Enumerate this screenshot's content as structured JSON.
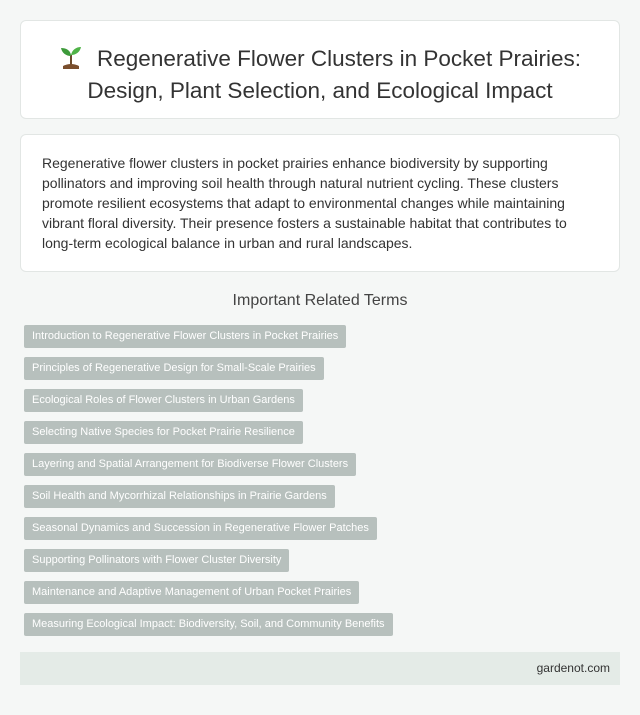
{
  "header": {
    "title": "Regenerative Flower Clusters in Pocket Prairies: Design, Plant Selection, and Ecological Impact",
    "icon": "sprout-icon"
  },
  "summary": {
    "text": "Regenerative flower clusters in pocket prairies enhance biodiversity by supporting pollinators and improving soil health through natural nutrient cycling. These clusters promote resilient ecosystems that adapt to environmental changes while maintaining vibrant floral diversity. Their presence fosters a sustainable habitat that contributes to long-term ecological balance in urban and rural landscapes."
  },
  "related": {
    "heading": "Important Related Terms",
    "terms": [
      "Introduction to Regenerative Flower Clusters in Pocket Prairies",
      "Principles of Regenerative Design for Small-Scale Prairies",
      "Ecological Roles of Flower Clusters in Urban Gardens",
      "Selecting Native Species for Pocket Prairie Resilience",
      "Layering and Spatial Arrangement for Biodiverse Flower Clusters",
      "Soil Health and Mycorrhizal Relationships in Prairie Gardens",
      "Seasonal Dynamics and Succession in Regenerative Flower Patches",
      "Supporting Pollinators with Flower Cluster Diversity",
      "Maintenance and Adaptive Management of Urban Pocket Prairies",
      "Measuring Ecological Impact: Biodiversity, Soil, and Community Benefits"
    ]
  },
  "footer": {
    "site": "gardenot.com"
  },
  "colors": {
    "tag_background": "#b7c0bd",
    "footer_background": "#e4ebe7",
    "page_background": "#f5f7f6"
  }
}
